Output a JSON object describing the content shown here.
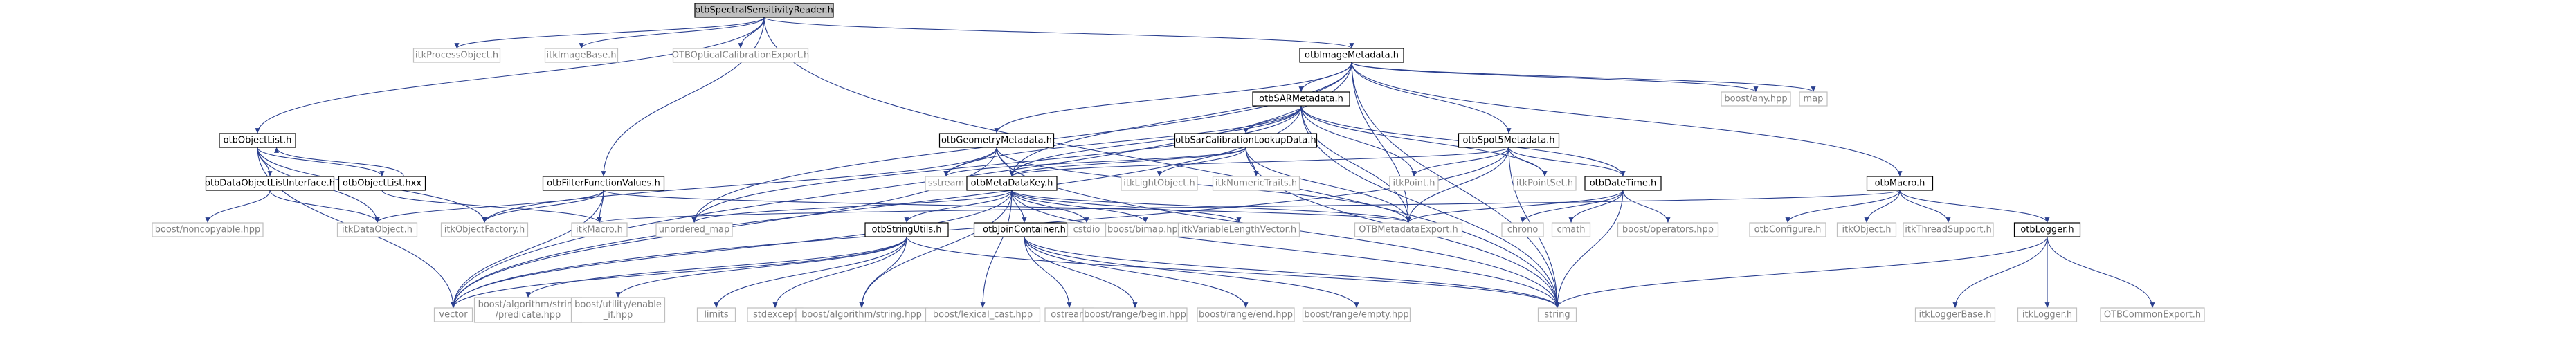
{
  "graph": {
    "title": "otbSpectralSensitivityReader.h include dependency graph",
    "colors": {
      "edge": "#2a3f8f",
      "root_fill": "#bfbfbf",
      "external_text": "#7f7f7f"
    },
    "nodes": [
      {
        "id": "root",
        "label": "otbSpectralSensitivityReader.h",
        "kind": "root"
      },
      {
        "id": "itkProcessObject",
        "label": "itkProcessObject.h",
        "kind": "ext"
      },
      {
        "id": "itkImageBase",
        "label": "itkImageBase.h",
        "kind": "ext"
      },
      {
        "id": "otbOpticalCalibExport",
        "label": "OTBOpticalCalibrationExport.h",
        "kind": "ext"
      },
      {
        "id": "otbImageMetadata",
        "label": "otbImageMetadata.h",
        "kind": "int"
      },
      {
        "id": "otbObjectList",
        "label": "otbObjectList.h",
        "kind": "int"
      },
      {
        "id": "otbFilterFunctionValues",
        "label": "otbFilterFunctionValues.h",
        "kind": "int"
      },
      {
        "id": "otbSARMetadata",
        "label": "otbSARMetadata.h",
        "kind": "int"
      },
      {
        "id": "boostAny",
        "label": "boost/any.hpp",
        "kind": "ext"
      },
      {
        "id": "map",
        "label": "map",
        "kind": "ext"
      },
      {
        "id": "otbGeometryMetadata",
        "label": "otbGeometryMetadata.h",
        "kind": "int"
      },
      {
        "id": "otbSarCalibLookup",
        "label": "otbSarCalibrationLookupData.h",
        "kind": "int"
      },
      {
        "id": "otbSpot5Metadata",
        "label": "otbSpot5Metadata.h",
        "kind": "int"
      },
      {
        "id": "otbMacro",
        "label": "otbMacro.h",
        "kind": "int"
      },
      {
        "id": "otbDataObjectListInterface",
        "label": "otbDataObjectListInterface.h",
        "kind": "int"
      },
      {
        "id": "otbObjectListTxx",
        "label": "otbObjectList.hxx",
        "kind": "int"
      },
      {
        "id": "sstream",
        "label": "sstream",
        "kind": "ext"
      },
      {
        "id": "otbMetaDataKey",
        "label": "otbMetaDataKey.h",
        "kind": "int"
      },
      {
        "id": "itkLightObject",
        "label": "itkLightObject.h",
        "kind": "ext"
      },
      {
        "id": "itkNumericTraits",
        "label": "itkNumericTraits.h",
        "kind": "ext"
      },
      {
        "id": "itkPoint",
        "label": "itkPoint.h",
        "kind": "ext"
      },
      {
        "id": "itkPointSet",
        "label": "itkPointSet.h",
        "kind": "ext"
      },
      {
        "id": "otbDateTime",
        "label": "otbDateTime.h",
        "kind": "int"
      },
      {
        "id": "boostNoncopyable",
        "label": "boost/noncopyable.hpp",
        "kind": "ext"
      },
      {
        "id": "itkDataObject",
        "label": "itkDataObject.h",
        "kind": "ext"
      },
      {
        "id": "itkObjectFactory",
        "label": "itkObjectFactory.h",
        "kind": "ext"
      },
      {
        "id": "itkMacro",
        "label": "itkMacro.h",
        "kind": "ext"
      },
      {
        "id": "unorderedMap",
        "label": "unordered_map",
        "kind": "ext"
      },
      {
        "id": "otbStringUtils",
        "label": "otbStringUtils.h",
        "kind": "int"
      },
      {
        "id": "otbJoinContainer",
        "label": "otbJoinContainer.h",
        "kind": "int"
      },
      {
        "id": "cstdio",
        "label": "cstdio",
        "kind": "ext"
      },
      {
        "id": "boostBimap",
        "label": "boost/bimap.hpp",
        "kind": "ext"
      },
      {
        "id": "itkVarLenVector",
        "label": "itkVariableLengthVector.h",
        "kind": "ext"
      },
      {
        "id": "otbMetadataExport",
        "label": "OTBMetadataExport.h",
        "kind": "ext"
      },
      {
        "id": "chrono",
        "label": "chrono",
        "kind": "ext"
      },
      {
        "id": "cmath",
        "label": "cmath",
        "kind": "ext"
      },
      {
        "id": "boostOperators",
        "label": "boost/operators.hpp",
        "kind": "ext"
      },
      {
        "id": "otbConfigure",
        "label": "otbConfigure.h",
        "kind": "ext"
      },
      {
        "id": "itkObject",
        "label": "itkObject.h",
        "kind": "ext"
      },
      {
        "id": "itkThreadSupport",
        "label": "itkThreadSupport.h",
        "kind": "ext"
      },
      {
        "id": "otbLogger",
        "label": "otbLogger.h",
        "kind": "int"
      },
      {
        "id": "vector",
        "label": "vector",
        "kind": "ext"
      },
      {
        "id": "boostAlgoPredicate",
        "label": "boost/algorithm/string\n/predicate.hpp",
        "kind": "ext"
      },
      {
        "id": "boostUtilityEnableIf",
        "label": "boost/utility/enable\n_if.hpp",
        "kind": "ext"
      },
      {
        "id": "limits",
        "label": "limits",
        "kind": "ext"
      },
      {
        "id": "stdexcept",
        "label": "stdexcept",
        "kind": "ext"
      },
      {
        "id": "boostAlgoString",
        "label": "boost/algorithm/string.hpp",
        "kind": "ext"
      },
      {
        "id": "boostLexicalCast",
        "label": "boost/lexical_cast.hpp",
        "kind": "ext"
      },
      {
        "id": "ostream",
        "label": "ostream",
        "kind": "ext"
      },
      {
        "id": "boostRangeBegin",
        "label": "boost/range/begin.hpp",
        "kind": "ext"
      },
      {
        "id": "boostRangeEnd",
        "label": "boost/range/end.hpp",
        "kind": "ext"
      },
      {
        "id": "boostRangeEmpty",
        "label": "boost/range/empty.hpp",
        "kind": "ext"
      },
      {
        "id": "string",
        "label": "string",
        "kind": "ext"
      },
      {
        "id": "itkLoggerBase",
        "label": "itkLoggerBase.h",
        "kind": "ext"
      },
      {
        "id": "itkLogger",
        "label": "itkLogger.h",
        "kind": "ext"
      },
      {
        "id": "otbCommonExport",
        "label": "OTBCommonExport.h",
        "kind": "ext"
      }
    ],
    "edges": [
      [
        "root",
        "itkProcessObject"
      ],
      [
        "root",
        "itkImageBase"
      ],
      [
        "root",
        "otbOpticalCalibExport"
      ],
      [
        "root",
        "otbImageMetadata"
      ],
      [
        "root",
        "otbObjectList"
      ],
      [
        "root",
        "otbFilterFunctionValues"
      ],
      [
        "root",
        "string"
      ],
      [
        "otbImageMetadata",
        "otbSARMetadata"
      ],
      [
        "otbImageMetadata",
        "boostAny"
      ],
      [
        "otbImageMetadata",
        "map"
      ],
      [
        "otbImageMetadata",
        "otbGeometryMetadata"
      ],
      [
        "otbImageMetadata",
        "otbSpot5Metadata"
      ],
      [
        "otbImageMetadata",
        "otbMacro"
      ],
      [
        "otbImageMetadata",
        "otbMetaDataKey"
      ],
      [
        "otbImageMetadata",
        "vector"
      ],
      [
        "otbImageMetadata",
        "string"
      ],
      [
        "otbImageMetadata",
        "otbMetadataExport"
      ],
      [
        "otbImageMetadata",
        "unorderedMap"
      ],
      [
        "otbSARMetadata",
        "otbSarCalibLookup"
      ],
      [
        "otbSARMetadata",
        "otbMetaDataKey"
      ],
      [
        "otbSARMetadata",
        "itkPoint"
      ],
      [
        "otbSARMetadata",
        "itkPointSet"
      ],
      [
        "otbSARMetadata",
        "otbDateTime"
      ],
      [
        "otbSARMetadata",
        "sstream"
      ],
      [
        "otbSARMetadata",
        "unorderedMap"
      ],
      [
        "otbSARMetadata",
        "otbMetadataExport"
      ],
      [
        "otbSARMetadata",
        "string"
      ],
      [
        "otbSARMetadata",
        "vector"
      ],
      [
        "otbGeometryMetadata",
        "otbMetaDataKey"
      ],
      [
        "otbGeometryMetadata",
        "sstream"
      ],
      [
        "otbGeometryMetadata",
        "itkObjectFactory"
      ],
      [
        "otbGeometryMetadata",
        "otbMetadataExport"
      ],
      [
        "otbGeometryMetadata",
        "string"
      ],
      [
        "otbGeometryMetadata",
        "vector"
      ],
      [
        "otbSarCalibLookup",
        "itkLightObject"
      ],
      [
        "otbSarCalibLookup",
        "itkNumericTraits"
      ],
      [
        "otbSarCalibLookup",
        "otbMetaDataKey"
      ],
      [
        "otbSarCalibLookup",
        "sstream"
      ],
      [
        "otbSarCalibLookup",
        "otbMetadataExport"
      ],
      [
        "otbSarCalibLookup",
        "string"
      ],
      [
        "otbSpot5Metadata",
        "otbMetaDataKey"
      ],
      [
        "otbSpot5Metadata",
        "itkPoint"
      ],
      [
        "otbSpot5Metadata",
        "itkPointSet"
      ],
      [
        "otbSpot5Metadata",
        "otbDateTime"
      ],
      [
        "otbSpot5Metadata",
        "otbMetadataExport"
      ],
      [
        "otbSpot5Metadata",
        "string"
      ],
      [
        "otbSpot5Metadata",
        "vector"
      ],
      [
        "otbMacro",
        "itkMacro"
      ],
      [
        "otbMacro",
        "otbConfigure"
      ],
      [
        "otbMacro",
        "itkObject"
      ],
      [
        "otbMacro",
        "itkThreadSupport"
      ],
      [
        "otbMacro",
        "otbLogger"
      ],
      [
        "otbLogger",
        "itkLoggerBase"
      ],
      [
        "otbLogger",
        "itkLogger"
      ],
      [
        "otbLogger",
        "otbCommonExport"
      ],
      [
        "otbLogger",
        "string"
      ],
      [
        "otbObjectList",
        "otbDataObjectListInterface"
      ],
      [
        "otbObjectList",
        "otbObjectListTxx"
      ],
      [
        "otbObjectList",
        "itkDataObject"
      ],
      [
        "otbObjectList",
        "itkObjectFactory"
      ],
      [
        "otbObjectList",
        "vector"
      ],
      [
        "otbObjectListTxx",
        "otbObjectList"
      ],
      [
        "otbObjectListTxx",
        "itkMacro"
      ],
      [
        "otbDataObjectListInterface",
        "boostNoncopyable"
      ],
      [
        "otbDataObjectListInterface",
        "itkDataObject"
      ],
      [
        "otbFilterFunctionValues",
        "itkDataObject"
      ],
      [
        "otbFilterFunctionValues",
        "itkObjectFactory"
      ],
      [
        "otbFilterFunctionValues",
        "itkMacro"
      ],
      [
        "otbFilterFunctionValues",
        "vector"
      ],
      [
        "otbFilterFunctionValues",
        "otbMetadataExport"
      ],
      [
        "otbMetaDataKey",
        "otbStringUtils"
      ],
      [
        "otbMetaDataKey",
        "otbJoinContainer"
      ],
      [
        "otbMetaDataKey",
        "cstdio"
      ],
      [
        "otbMetaDataKey",
        "boostBimap"
      ],
      [
        "otbMetaDataKey",
        "itkVarLenVector"
      ],
      [
        "otbMetaDataKey",
        "otbMetadataExport"
      ],
      [
        "otbMetaDataKey",
        "string"
      ],
      [
        "otbMetaDataKey",
        "vector"
      ],
      [
        "otbMetaDataKey",
        "unorderedMap"
      ],
      [
        "otbMetaDataKey",
        "boostAlgoString"
      ],
      [
        "otbMetaDataKey",
        "boostLexicalCast"
      ],
      [
        "otbStringUtils",
        "boostAlgoPredicate"
      ],
      [
        "otbStringUtils",
        "boostUtilityEnableIf"
      ],
      [
        "otbStringUtils",
        "limits"
      ],
      [
        "otbStringUtils",
        "stdexcept"
      ],
      [
        "otbStringUtils",
        "boostAlgoString"
      ],
      [
        "otbStringUtils",
        "vector"
      ],
      [
        "otbStringUtils",
        "string"
      ],
      [
        "otbJoinContainer",
        "ostream"
      ],
      [
        "otbJoinContainer",
        "boostRangeBegin"
      ],
      [
        "otbJoinContainer",
        "boostRangeEnd"
      ],
      [
        "otbJoinContainer",
        "boostRangeEmpty"
      ],
      [
        "otbJoinContainer",
        "string"
      ],
      [
        "otbDateTime",
        "chrono"
      ],
      [
        "otbDateTime",
        "cmath"
      ],
      [
        "otbDateTime",
        "boostOperators"
      ],
      [
        "otbDateTime",
        "string"
      ],
      [
        "otbDateTime",
        "otbMetadataExport"
      ]
    ]
  }
}
